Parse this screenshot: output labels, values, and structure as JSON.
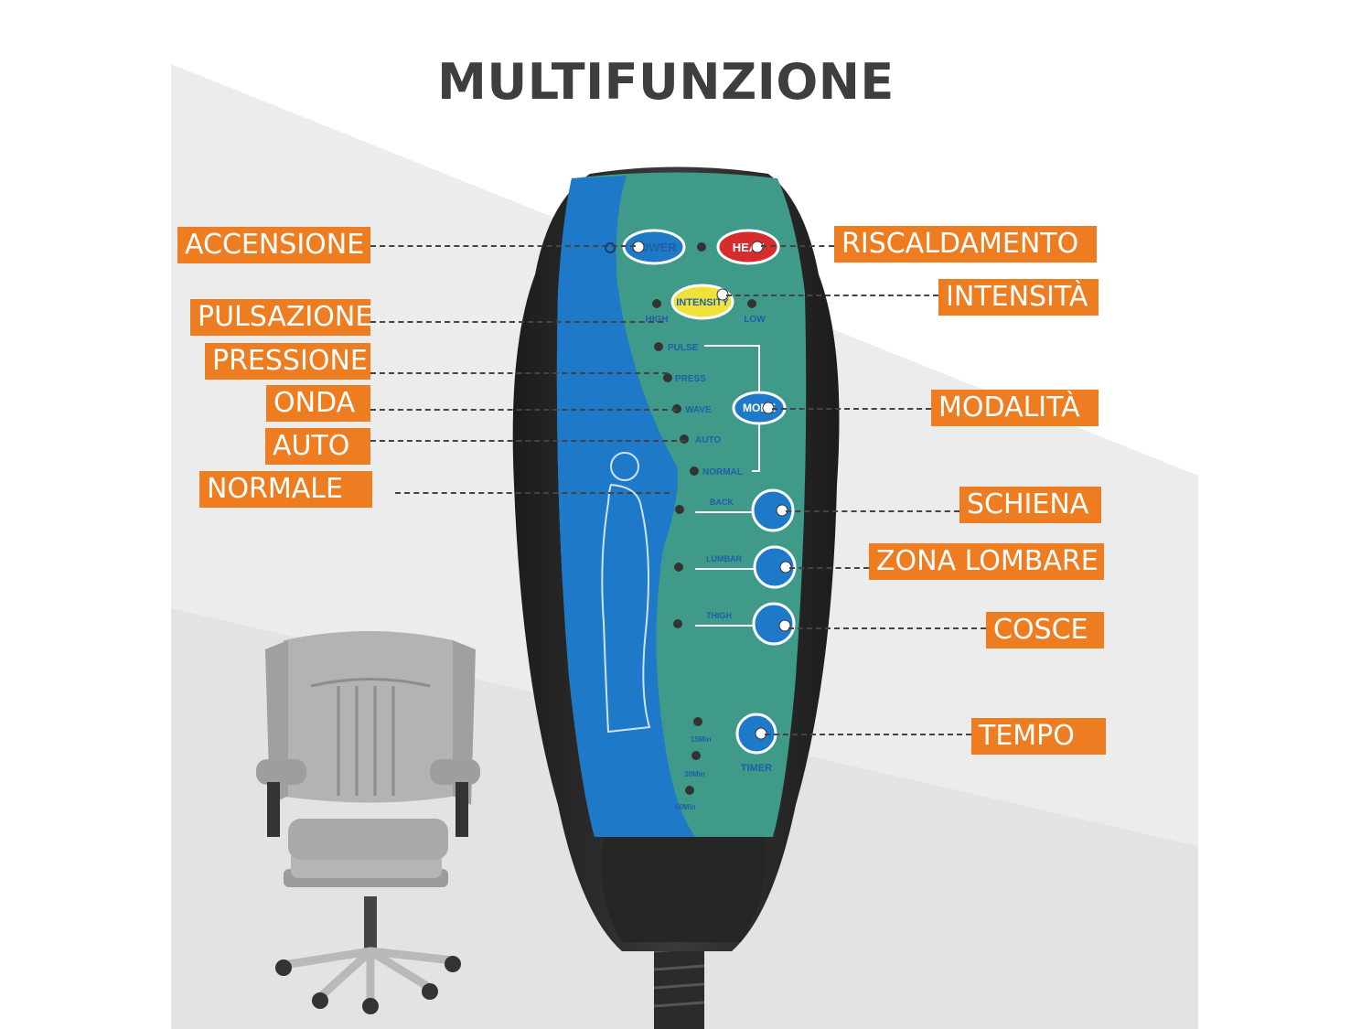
{
  "title": "MULTIFUNZIONE",
  "colors": {
    "callout": "#ee7d22",
    "remote_teal": "#3f9a8a",
    "remote_blue": "#1f79c9",
    "heat_red": "#d62c2c",
    "intensity_yellow": "#f1e23b"
  },
  "callouts": {
    "accensione": "ACCENSIONE",
    "pulsazione": "PULSAZIONE",
    "pressione": "PRESSIONE",
    "onda": "ONDA",
    "auto": "AUTO",
    "normale": "NORMALE",
    "riscaldamento": "RISCALDAMENTO",
    "intensita": "INTENSITÀ",
    "modalita": "MODALITÀ",
    "schiena": "SCHIENA",
    "zona_lombare": "ZONA LOMBARE",
    "cosce": "COSCE",
    "tempo": "TEMPO"
  },
  "remote": {
    "power": "POWER",
    "heat": "HEAT",
    "intensity": "INTENSITY",
    "high": "HIGH",
    "low": "LOW",
    "pulse": "PULSE",
    "press": "PRESS",
    "wave": "WAVE",
    "auto": "AUTO",
    "normal": "NORMAL",
    "mode": "MODE",
    "back": "BACK",
    "lumbar": "LUMBAR",
    "thigh": "THIGH",
    "timer": "TIMER",
    "t15": "15Min",
    "t30": "30Min",
    "t60": "60Min"
  },
  "icons": [
    "power-button-icon",
    "heat-button-icon",
    "human-silhouette-icon",
    "office-chair-image"
  ]
}
